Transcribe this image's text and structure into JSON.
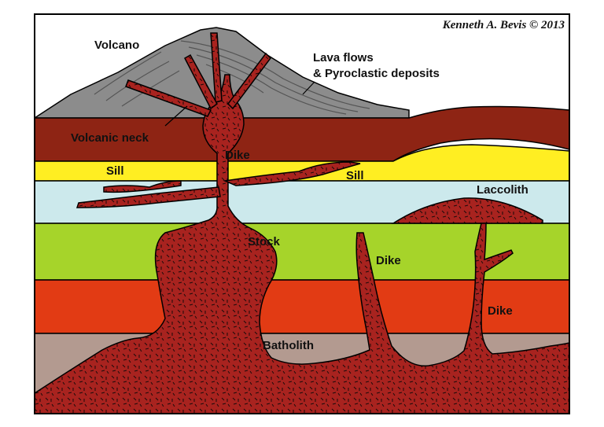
{
  "credit": "Kenneth A. Bevis © 2013",
  "labels": {
    "volcano": "Volcano",
    "lava_flows_1": "Lava flows",
    "lava_flows_2": "& Pyroclastic deposits",
    "volcanic_neck": "Volcanic neck",
    "dike_upper": "Dike",
    "sill_left": "Sill",
    "sill_right": "Sill",
    "laccolith": "Laccolith",
    "stock": "Stock",
    "dike_middle": "Dike",
    "dike_right": "Dike",
    "batholith": "Batholith"
  },
  "colors": {
    "magma": "#a8231f",
    "volcano": "#8c8c8c",
    "upper_strata": "#8e2414",
    "sandstone": "#ffee22",
    "pale_layer": "#cce9ec",
    "green_layer": "#a6d42a",
    "red_layer": "#e23b14",
    "lower_layer": "#b39a90"
  }
}
